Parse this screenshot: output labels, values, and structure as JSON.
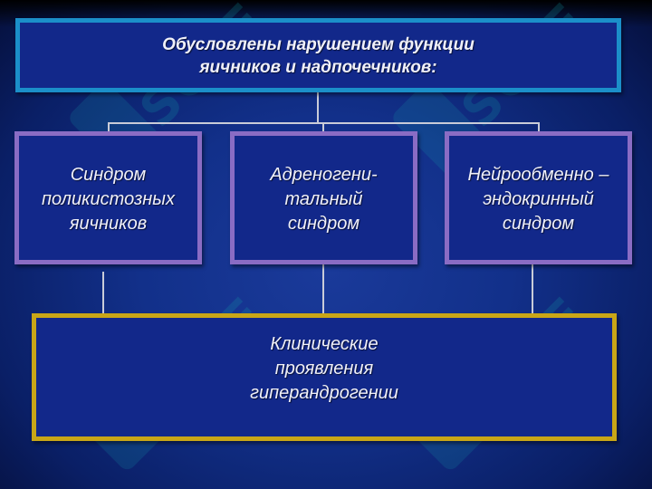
{
  "title": "Обусловлены нарушением функции\nяичников и надпочечников:",
  "syndromes": [
    {
      "label": "Синдром\nполикистозных\nяичников"
    },
    {
      "label": "Адреногени-\nтальный\nсиндром"
    },
    {
      "label": "Нейрообменно –\nэндокринный\nсиндром"
    }
  ],
  "result": "Клинические\nпроявления\nгиперандрогении",
  "watermark": "SOFF",
  "colors": {
    "background": "#12308a",
    "title_border": "#1b8fc9",
    "syndrome_border": "#8a6cc4",
    "result_border": "#c9a617",
    "connector": "#c9ccd8"
  }
}
